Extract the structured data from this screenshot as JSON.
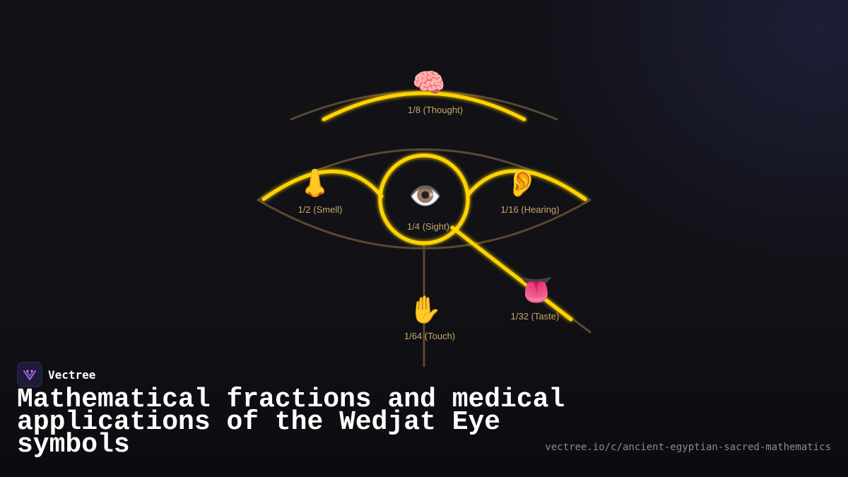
{
  "diagram": {
    "parts": [
      {
        "key": "thought",
        "icon": "brain-icon",
        "glyph": "🧠",
        "label": "1/8 (Thought)"
      },
      {
        "key": "smell",
        "icon": "nose-icon",
        "glyph": "👃",
        "label": "1/2 (Smell)"
      },
      {
        "key": "sight",
        "icon": "eye-icon",
        "glyph": "👁️",
        "label": "1/4 (Sight)"
      },
      {
        "key": "hearing",
        "icon": "ear-icon",
        "glyph": "👂",
        "label": "1/16 (Hearing)"
      },
      {
        "key": "taste",
        "icon": "tongue-icon",
        "glyph": "👅",
        "label": "1/32 (Taste)"
      },
      {
        "key": "touch",
        "icon": "hand-icon",
        "glyph": "✋",
        "label": "1/64 (Touch)"
      }
    ],
    "colors": {
      "highlight": "#ffd400",
      "outline": "#5a4830",
      "label": "#c9a86a"
    }
  },
  "brand": {
    "name": "Vectree",
    "icon": "vectree-logo-icon"
  },
  "title": "Mathematical fractions and medical applications of the Wedjat Eye symbols",
  "url": "vectree.io/c/ancient-egyptian-sacred-mathematics"
}
